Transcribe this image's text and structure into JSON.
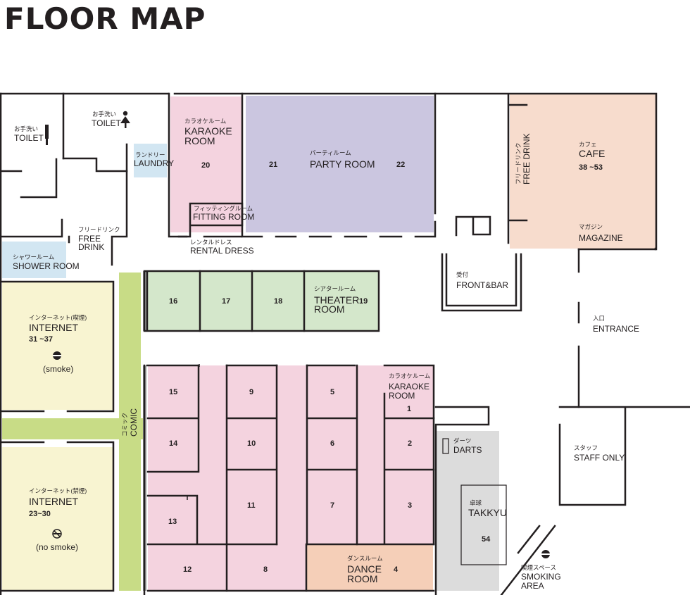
{
  "title": "FLOOR MAP",
  "colors": {
    "wall": "#231f20",
    "karaoke": "#f4d3df",
    "party": "#cbc6e0",
    "cafe": "#f7dccd",
    "theater": "#d4e7cb",
    "internet": "#f8f4d1",
    "comic": "#c8dc86",
    "shower": "#d2e6f2",
    "darts": "#dcdcdc",
    "dance": "#f5cfb8"
  },
  "rooms": {
    "toilet_left": {
      "jp": "お手洗い",
      "en": "TOILET",
      "icon": "men-toilet-icon"
    },
    "toilet_right": {
      "jp": "お手洗い",
      "en": "TOILET",
      "icon": "women-toilet-icon"
    },
    "laundry": {
      "jp": "ランドリー",
      "en": "LAUNDRY"
    },
    "karaoke_20": {
      "jp": "カラオケルーム",
      "en1": "KARAOKE",
      "en2": "ROOM",
      "num": "20"
    },
    "fitting": {
      "jp": "フィッティングルーム",
      "en": "FITTING ROOM"
    },
    "rental": {
      "jp": "レンタルドレス",
      "en": "RENTAL DRESS"
    },
    "party": {
      "jp": "パーティルーム",
      "en": "PARTY ROOM",
      "num_left": "21",
      "num_right": "22"
    },
    "free_drink_left": {
      "jp": "フリードリンク",
      "en1": "FREE",
      "en2": "DRINK"
    },
    "shower": {
      "jp": "シャワールーム",
      "en": "SHOWER ROOM"
    },
    "internet_smoke": {
      "jp": "インターネット(喫煙)",
      "en": "INTERNET",
      "range": "31 ~37",
      "note": "(smoke)",
      "icon": "smoking-icon"
    },
    "internet_nosmoke": {
      "jp": "インターネット(禁煙)",
      "en": "INTERNET",
      "range": "23~30",
      "note": "(no smoke)",
      "icon": "no-smoking-icon"
    },
    "comic": {
      "jp": "コミック",
      "en": "COMIC"
    },
    "theater": {
      "nums": [
        "16",
        "17",
        "18"
      ],
      "jp": "シアタールーム",
      "en1": "THEATER",
      "en2": "ROOM",
      "num": "19"
    },
    "karaoke_main": {
      "nums": [
        "15",
        "14",
        "13",
        "12",
        "9",
        "10",
        "11",
        "8",
        "5",
        "6",
        "7",
        "2",
        "3"
      ],
      "jp": "カラオケルーム",
      "en1": "KARAOKE",
      "en2": "ROOM",
      "num": "1"
    },
    "dance": {
      "jp": "ダンスルーム",
      "en1": "DANCE",
      "en2": "ROOM",
      "num": "4"
    },
    "darts": {
      "jp": "ダーツ",
      "en": "DARTS"
    },
    "takkyu": {
      "jp": "卓球",
      "en": "TAKKYU",
      "num": "54"
    },
    "front": {
      "jp": "受付",
      "en": "FRONT&BAR"
    },
    "free_drink_cafe": {
      "jp": "フリードリンク",
      "en": "FREE DRINK"
    },
    "cafe": {
      "jp": "カフェ",
      "en": "CAFE",
      "range": "38 ~53"
    },
    "magazine": {
      "jp": "マガジン",
      "en": "MAGAZINE"
    },
    "entrance": {
      "jp": "入口",
      "en": "ENTRANCE"
    },
    "staff": {
      "jp": "スタッフ",
      "en": "STAFF ONLY"
    },
    "smoking_area": {
      "jp": "喫煙スペース",
      "en1": "SMOKING",
      "en2": "AREA",
      "icon": "smoking-icon"
    }
  }
}
